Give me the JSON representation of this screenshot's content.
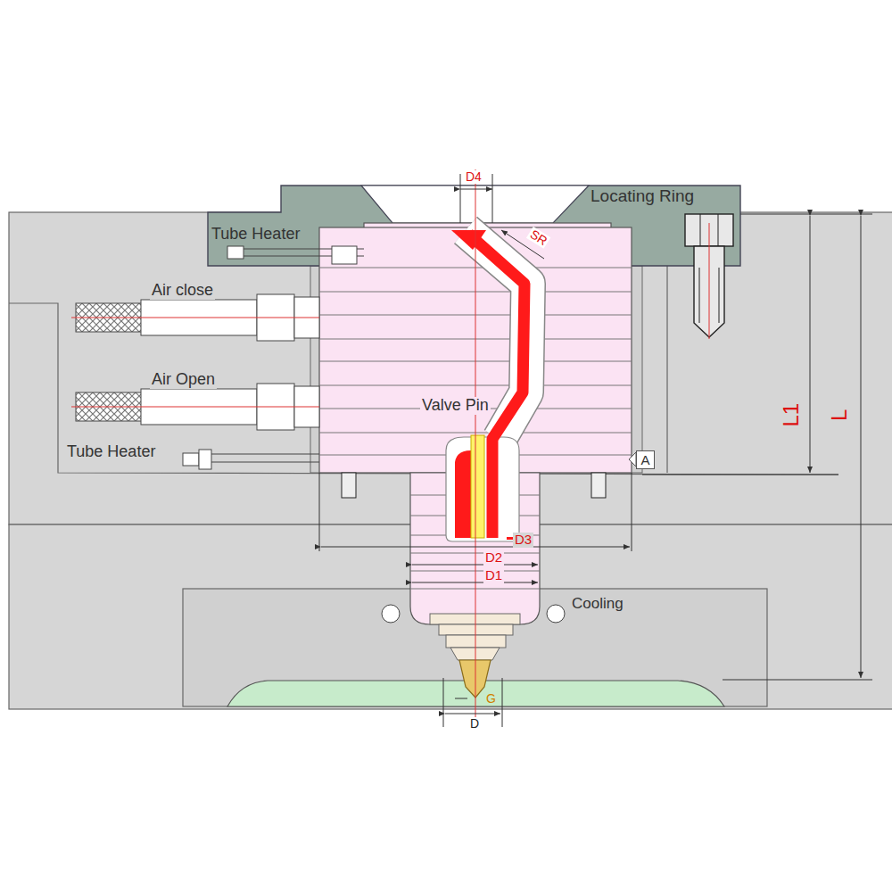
{
  "diagram": {
    "nodes": [
      {
        "text": [
          "A"
        ]
      }
    ],
    "labels": [
      "Locating Ring",
      "Tube Heater",
      "Air close",
      "Air Open",
      "Valve Pin",
      "Tube Heater",
      "Cooling",
      "D4",
      "SR",
      "L1",
      "L",
      "D3",
      "D2",
      "D1",
      "G",
      "D"
    ]
  }
}
